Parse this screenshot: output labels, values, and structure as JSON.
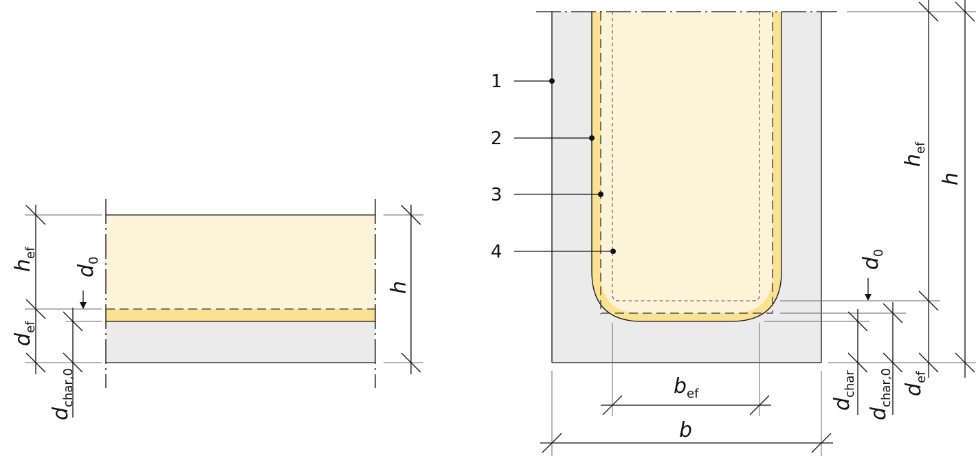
{
  "colors": {
    "residual": "#fcf3d8",
    "char_layer": "#fbe192",
    "concrete": "#ebebeb",
    "lines": "#111111"
  },
  "left_section": {
    "labels": {
      "h_ef": {
        "main": "h",
        "sub": "ef"
      },
      "d_0": {
        "main": "d",
        "sub": "0"
      },
      "h": {
        "main": "h",
        "sub": ""
      },
      "d_ef": {
        "main": "d",
        "sub": "ef"
      },
      "d_char_0": {
        "main": "d",
        "sub": "char,0"
      }
    }
  },
  "right_section": {
    "callouts": [
      "1",
      "2",
      "3",
      "4"
    ],
    "labels": {
      "h_ef": {
        "main": "h",
        "sub": "ef"
      },
      "h": {
        "main": "h",
        "sub": ""
      },
      "d_0": {
        "main": "d",
        "sub": "0"
      },
      "b_ef": {
        "main": "b",
        "sub": "ef"
      },
      "b": {
        "main": "b",
        "sub": ""
      },
      "d_char": {
        "main": "d",
        "sub": "char"
      },
      "d_char_0": {
        "main": "d",
        "sub": "char,0"
      },
      "d_ef": {
        "main": "d",
        "sub": "ef"
      }
    }
  }
}
